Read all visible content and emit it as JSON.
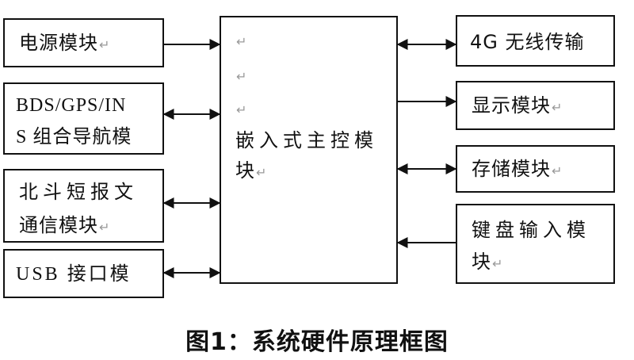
{
  "left_modules": {
    "power": "电源模块",
    "gnss_line1": "BDS/GPS/IN",
    "gnss_line2": "S 组合导航模",
    "beidou_line1": "北斗短报文",
    "beidou_line2": "通信模块",
    "usb": "USB 接口模"
  },
  "center": {
    "mark1": "↵",
    "mark2": "↵",
    "mark3": "↵",
    "line1": "嵌入式主控模",
    "line2": "块"
  },
  "right_modules": {
    "wireless": "4G 无线传输",
    "display": "显示模块",
    "storage": "存储模块",
    "keyboard_line1": "键盘输入模",
    "keyboard_line2": "块"
  },
  "caption": "图1：系统硬件原理框图",
  "paragraph_mark": "↵"
}
